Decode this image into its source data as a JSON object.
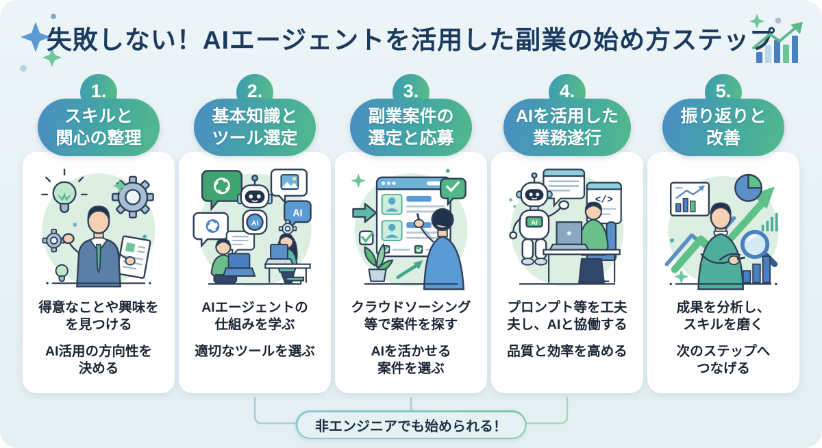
{
  "title": "失敗しない！AIエージェントを活用した副業の始め方ステップ",
  "steps": [
    {
      "number": "1.",
      "title": "スキルと\n関心の整理",
      "points": [
        "得意なことや興味を\nを見つける",
        "AI活用の方向性を\n決める"
      ],
      "illustration": "businessman-with-lightbulb-gears-and-document"
    },
    {
      "number": "2.",
      "title": "基本知識と\nツール選定",
      "points": [
        "AIエージェントの\n仕組みを学ぶ",
        "適切なツールを選ぶ"
      ],
      "illustration": "robot-with-ai-tool-bubbles-and-two-people-on-laptops"
    },
    {
      "number": "3.",
      "title": "副業案件の\n選定と応募",
      "points": [
        "クラウドソーシング\n等で案件を探す",
        "AIを活かせる\n案件を選ぶ"
      ],
      "illustration": "man-pointing-at-job-listing-board"
    },
    {
      "number": "4.",
      "title": "AIを活用した\n業務遂行",
      "points": [
        "プロンプト等を工夫\n夫し、AIと協働する",
        "品質と効率を高める"
      ],
      "illustration": "robot-assisting-man-working-on-laptop"
    },
    {
      "number": "5.",
      "title": "振り返りと\n改善",
      "points": [
        "成果を分析し、\nスキルを磨く",
        "次のステップへ\nつなげる"
      ],
      "illustration": "man-with-growth-arrow-pie-chart-and-magnifier"
    }
  ],
  "footer_note": "非エンジニアでも始められる！",
  "decorations": {
    "top_left": "sparkles",
    "top_right": "bar-chart-with-rising-arrow"
  },
  "colors": {
    "background": "#e8f1f4",
    "title_text": "#1b3a5e",
    "badge_gradient_start": "#3e9fae",
    "badge_gradient_end": "#57bb8a",
    "header_gradient_start": "#4a8dc4",
    "header_gradient_end": "#52b98c",
    "card_background": "#ffffff",
    "body_text": "#1a2433",
    "illustration_circle": "#ddefe3",
    "connector_blue": "#a5cbd8",
    "connector_green": "#a5d8bd",
    "footer_border_start": "#8ccadb",
    "footer_border_end": "#79c9a1",
    "footer_background": "#e6f1f4"
  }
}
